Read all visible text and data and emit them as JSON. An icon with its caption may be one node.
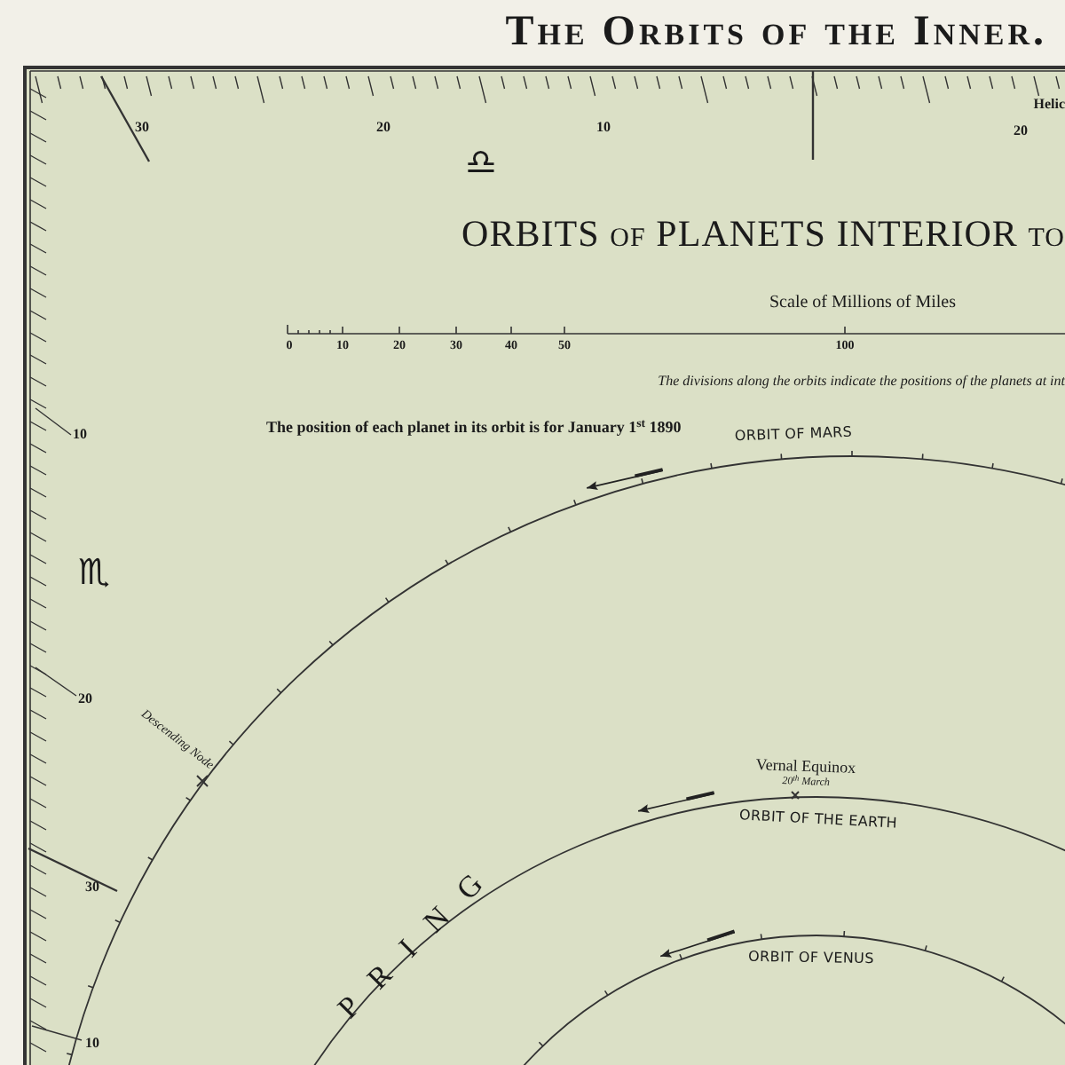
{
  "diagram": {
    "title": "The Orbits of the Inner.",
    "labels": [
      "30",
      "20",
      "10",
      "Helic",
      "20",
      "♎",
      "ORBITS of PLANETS INTERIOR to",
      "Scale of Millions of Miles",
      "0",
      "10",
      "20",
      "30",
      "40",
      "50",
      "100",
      "The divisions along the orbits indicate the positions of the planets at int",
      "The position of each planet in its orbit is for January 1$^{st}$ 1890",
      "ORBIT OF MARS",
      "10",
      "♏",
      "20",
      "Descending Node",
      "Vernal Equinox",
      "20$^{th}$ March",
      "ORBIT OF THE EARTH",
      "30",
      "ORBIT OF VENUS",
      "PRING",
      "10"
    ]
  }
}
